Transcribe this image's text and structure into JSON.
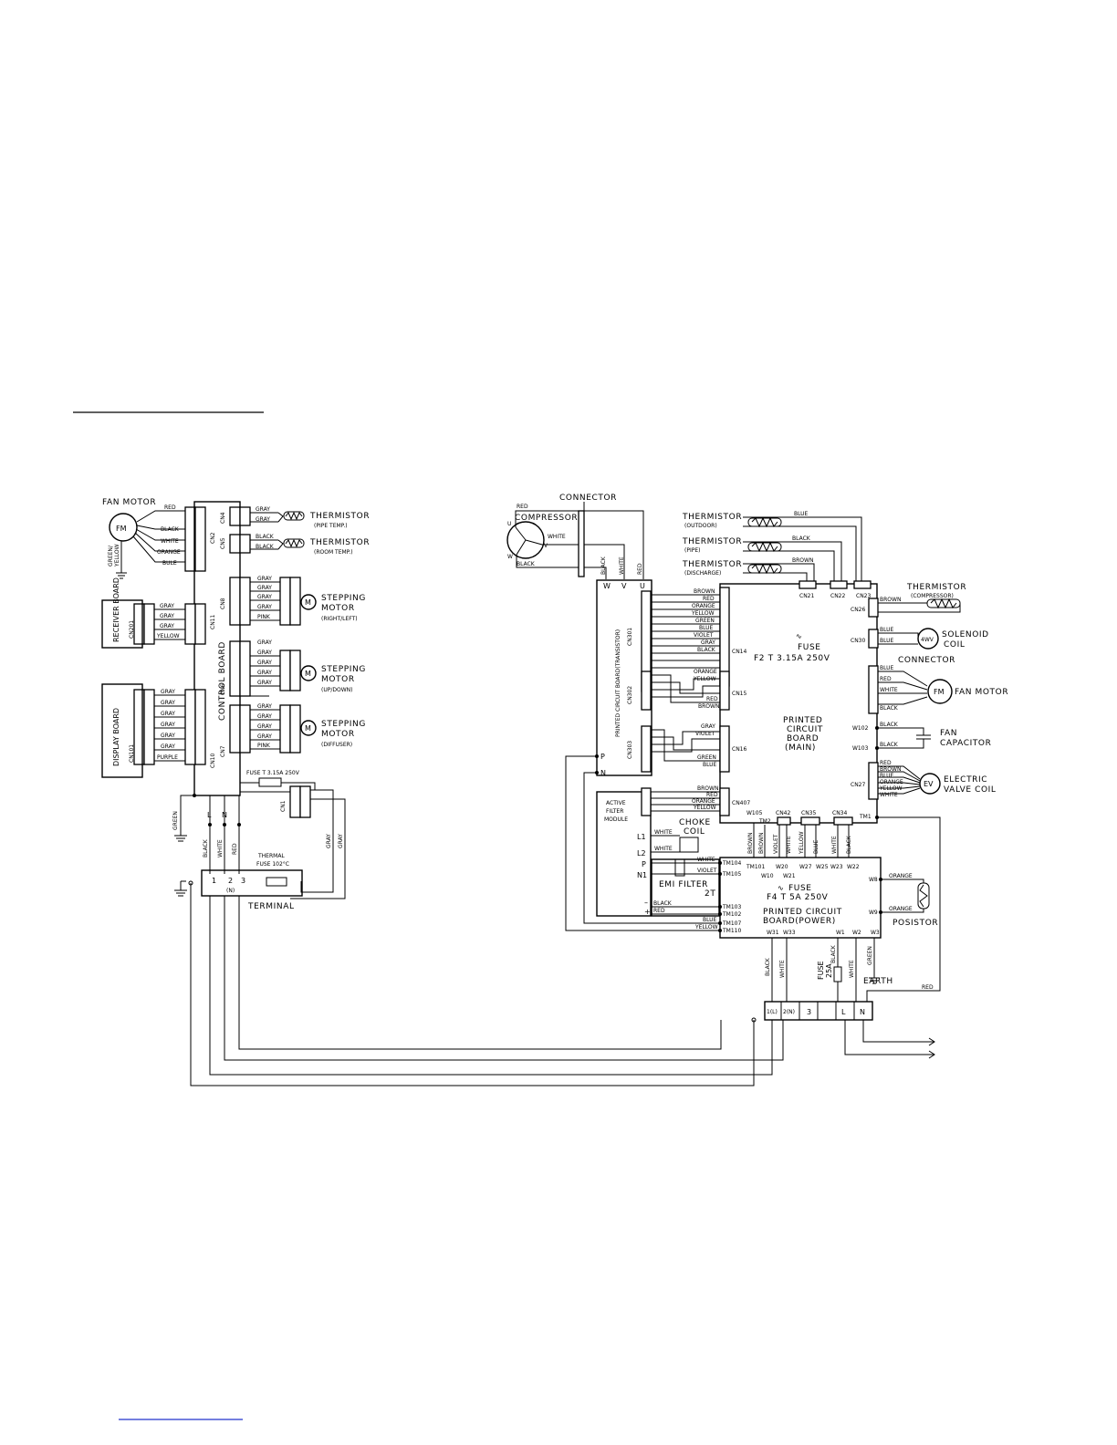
{
  "indoor": {
    "fan_motor": "FAN MOTOR",
    "fm": "FM",
    "green_yellow_1": "GREEN/",
    "green_yellow_2": "YELLOW",
    "fan_wires": [
      "RED",
      "BLACK",
      "WHITE",
      "ORANGE",
      "BULE"
    ],
    "thermistor": "THERMISTOR",
    "pipe_temp": "(PIPE TEMP.)",
    "room_temp": "(ROOM TEMP.)",
    "cn4_wires": [
      "GRAY",
      "GRAY"
    ],
    "cn5_wires": [
      "BLACK",
      "BLACK"
    ],
    "cn4": "CN4",
    "cn5": "CN5",
    "cn2": "CN2",
    "cn8": "CN8",
    "cn6": "CN6",
    "cn7": "CN7",
    "cn11": "CN11",
    "cn10": "CN10",
    "cn1": "CN1",
    "cn201": "CN201",
    "cn101": "CN101",
    "receiver_board": "RECEIVER BOARD",
    "display_board": "DISPLAY BOARD",
    "control_board": "CONTROL BOARD",
    "receiver_wires": [
      "GRAY",
      "GRAY",
      "GRAY",
      "YELLOW"
    ],
    "display_wires": [
      "GRAY",
      "GRAY",
      "GRAY",
      "GRAY",
      "GRAY",
      "GRAY",
      "PURPLE"
    ],
    "cn8_wires": [
      "GRAY",
      "GRAY",
      "GRAY",
      "GRAY",
      "PINK"
    ],
    "cn6_wires": [
      "GRAY",
      "GRAY",
      "GRAY",
      "GRAY",
      "GRAY"
    ],
    "cn7_wires": [
      "GRAY",
      "GRAY",
      "GRAY",
      "GRAY",
      "PINK"
    ],
    "stepping_motor": "STEPPING",
    "motor": "MOTOR",
    "m": "M",
    "right_left": "(RIGHT/LEFT)",
    "up_down": "(UP/DOWN)",
    "diffuser": "(DIFFUSER)",
    "fuse": "FUSE T 3.15A 250V",
    "green": "GREEN",
    "l": "L",
    "n": "N",
    "lnw": [
      "BLACK",
      "WHITE",
      "RED"
    ],
    "gray": "GRAY",
    "thermal_fuse_1": "THERMAL",
    "thermal_fuse_2": "FUSE 102°C",
    "terminal": "TERMINAL",
    "term_nums": [
      "1",
      "2",
      "3"
    ],
    "term_n": "(N)"
  },
  "outdoor": {
    "connector": "CONNECTOR",
    "compressor": "COMPRESSOR",
    "red": "RED",
    "white": "WHITE",
    "black": "BLACK",
    "u": "U",
    "v": "V",
    "w": "W",
    "wvu": [
      "W",
      "V",
      "U"
    ],
    "wvu_wires": [
      "BLACK",
      "WHITE",
      "RED"
    ],
    "thermistor_outdoor": [
      "THERMISTOR",
      "(OUTDOOR)"
    ],
    "thermistor_pipe": [
      "THERMISTOR",
      "(PIPE)"
    ],
    "thermistor_discharge": [
      "THERMISTOR",
      "(DISCHARGE)"
    ],
    "therm_wires": [
      "BLUE",
      "BLACK",
      "BROWN"
    ],
    "cn21": "CN21",
    "cn22": "CN22",
    "cn23": "CN23",
    "thermistor_compressor": [
      "THERMISTOR",
      "(COMPRESSOR)"
    ],
    "cn26": "CN26",
    "brown": "BROWN",
    "cn30": "CN30",
    "blue": "BLUE",
    "solenoid": [
      "SOLENOID",
      "COIL"
    ],
    "fourwv": "4WV",
    "connector2": "CONNECTOR",
    "fan_wires": [
      "BLUE",
      "RED",
      "WHITE",
      "BLACK"
    ],
    "fan_motor": "FAN MOTOR",
    "fm": "FM",
    "w102": "W102",
    "w103": "W103",
    "fan_cap": [
      "FAN",
      "CAPACITOR"
    ],
    "cn27": "CN27",
    "ev_wires": [
      "RED",
      "BROWN",
      "BLUE",
      "ORANGE",
      "YELLOW",
      "WHITE"
    ],
    "ev": "EV",
    "electric_valve": [
      "ELECTRIC",
      "VALVE COIL"
    ],
    "pcb_transistor": "PRINTED CIRCUIT BOARD(TRANSISTOR)",
    "cn301": "CN301",
    "cn302": "CN302",
    "cn303": "CN303",
    "cn14": "CN14",
    "cn15": "CN15",
    "cn16": "CN16",
    "cn14_wires": [
      "BROWN",
      "RED",
      "ORANGE",
      "YELLOW",
      "GREEN",
      "BLUE",
      "VIOLET",
      "GRAY",
      "BLACK"
    ],
    "cn15_wires": [
      "ORANGE",
      "YELLOW",
      "RED",
      "BROWN"
    ],
    "cn16_wires": [
      "GRAY",
      "VIOLET",
      "GREEN",
      "BLUE"
    ],
    "fuse_main": "FUSE",
    "fuse_main_val": "F2 T 3.15A 250V",
    "pcb_main": [
      "PRINTED",
      "CIRCUIT",
      "BOARD",
      "(MAIN)"
    ],
    "p": "P",
    "n": "N",
    "active_filter": [
      "ACTIVE",
      "FILTER",
      "MODULE"
    ],
    "cn407": "CN407",
    "cn407_wires": [
      "BROWN",
      "RED",
      "ORANGE",
      "YELLOW"
    ],
    "choke": [
      "CHOKE",
      "COIL"
    ],
    "l1": "L1",
    "l2": "L2",
    "p2": "P",
    "n1": "N1",
    "emi_filter": [
      "EMI FILTER",
      "2T"
    ],
    "tm_labels": [
      "TM104",
      "TM105",
      "TM103",
      "TM102",
      "TM107",
      "TM110"
    ],
    "tm_wires": [
      "WHITE",
      "VIOLET",
      "BLACK",
      "RED",
      "BLUE",
      "YELLOW"
    ],
    "tm101": "TM101",
    "tm1": "TM1",
    "tm2": "TM2",
    "cn_small": [
      "W105",
      "CN42",
      "CN35",
      "CN34"
    ],
    "pwr_wires": [
      "BROWN",
      "BROWN",
      "VIOLET",
      "WHITE",
      "YELLOW",
      "BLUE",
      "WHITE",
      "BLACK"
    ],
    "pwr_w": [
      "W10",
      "W20",
      "W21",
      "W27",
      "W25",
      "W23",
      "W22"
    ],
    "fuse_power": "FUSE",
    "fuse_power_val": "F4 T 5A 250V",
    "pcb_power": [
      "PRINTED CIRCUIT",
      "BOARD(POWER)"
    ],
    "w8": "W8",
    "w9": "W9",
    "orange": "ORANGE",
    "posistor": "POSISTOR",
    "bottom_w": [
      "W31",
      "W33",
      "W1",
      "W2",
      "W3"
    ],
    "bottom_wires": [
      "BLACK",
      "WHITE",
      "BLACK",
      "WHITE",
      "GREEN"
    ],
    "fuse25": [
      "FUSE",
      "25A"
    ],
    "earth": "EARTH",
    "red2": "RED",
    "term": [
      "1(L)",
      "2(N)",
      "3",
      "",
      "L",
      "N"
    ]
  }
}
